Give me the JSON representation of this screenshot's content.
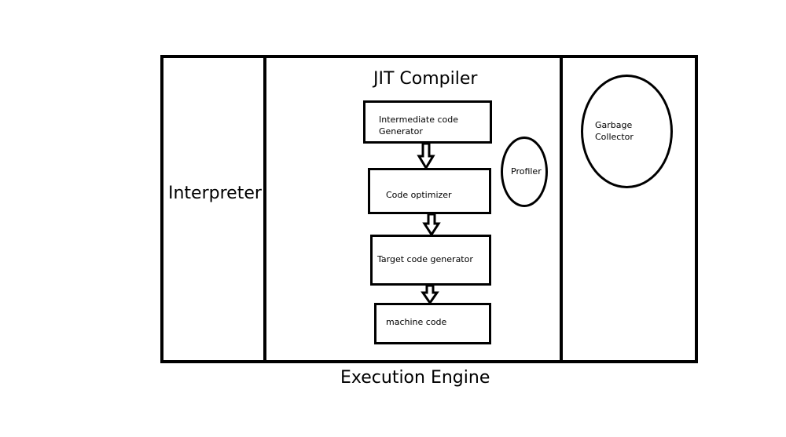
{
  "diagram": {
    "interpreter_label": "Interpreter",
    "jit_title": "JIT Compiler",
    "execution_engine_label": "Execution Engine",
    "pipeline": {
      "intermediate_code_generator": "Intermediate code Generator",
      "code_optimizer": "Code optimizer",
      "target_code_generator": "Target code generator",
      "machine_code": "machine code"
    },
    "profiler_label": "Profiler",
    "garbage_collector_label": "Garbage Collector"
  }
}
